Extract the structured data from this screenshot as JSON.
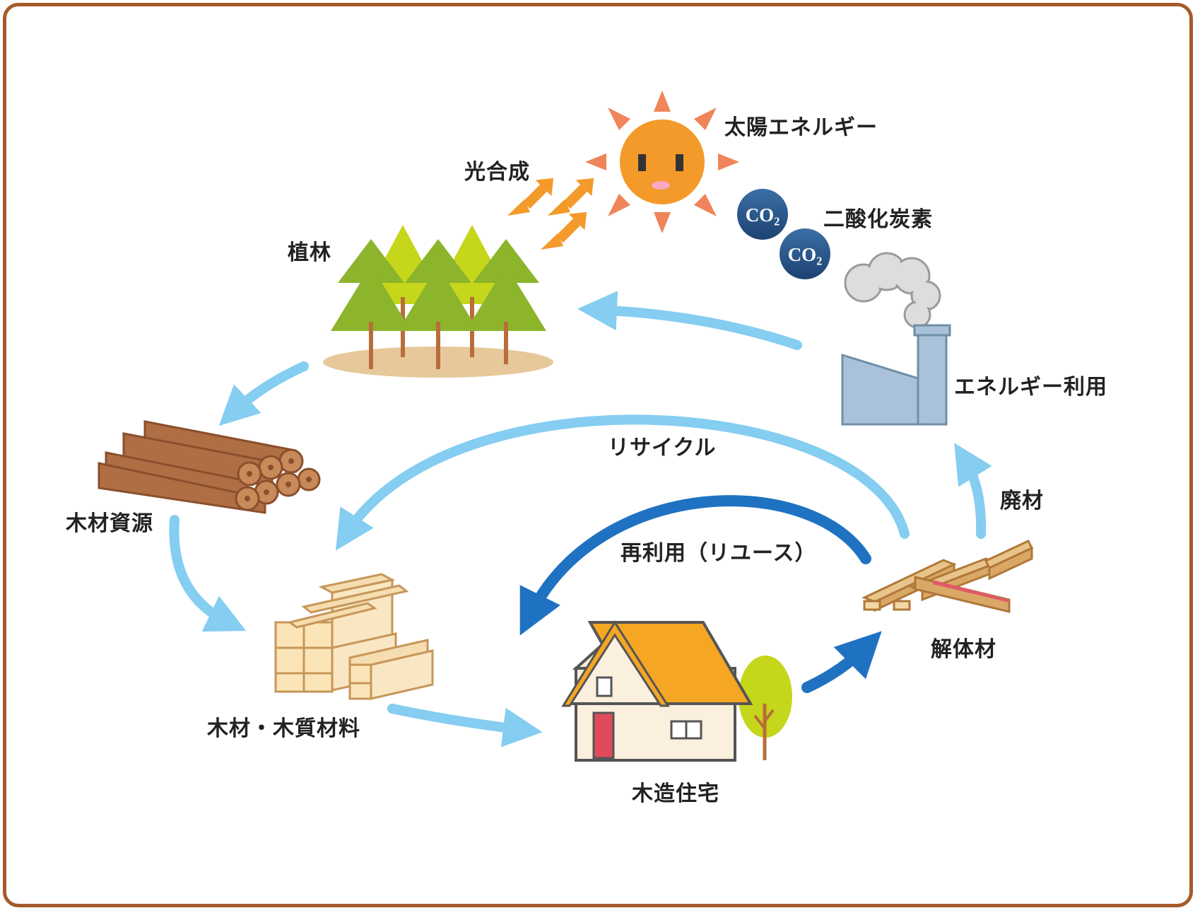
{
  "labels": {
    "sun": "太陽エネルギー",
    "photosynthesis": "光合成",
    "co2": "二酸化炭素",
    "co2_bubble": "CO₂",
    "forest": "植林",
    "energy_use": "エネルギー利用",
    "recycle": "リサイクル",
    "wood_resource": "木材資源",
    "waste_wood": "廃材",
    "reuse": "再利用（リユース）",
    "lumber": "木材・木質材料",
    "demolition": "解体材",
    "house": "木造住宅"
  },
  "icons": [
    "sun-icon",
    "co2-icon",
    "forest-icon",
    "factory-icon",
    "logs-icon",
    "lumber-icon",
    "house-icon",
    "demolition-wood-icon"
  ],
  "colors": {
    "frame": "#a65a2a",
    "light_arrow": "#85cdf1",
    "dark_arrow": "#1f72c1",
    "orange_arrow": "#f39a2b",
    "sun": "#f39a2b"
  }
}
